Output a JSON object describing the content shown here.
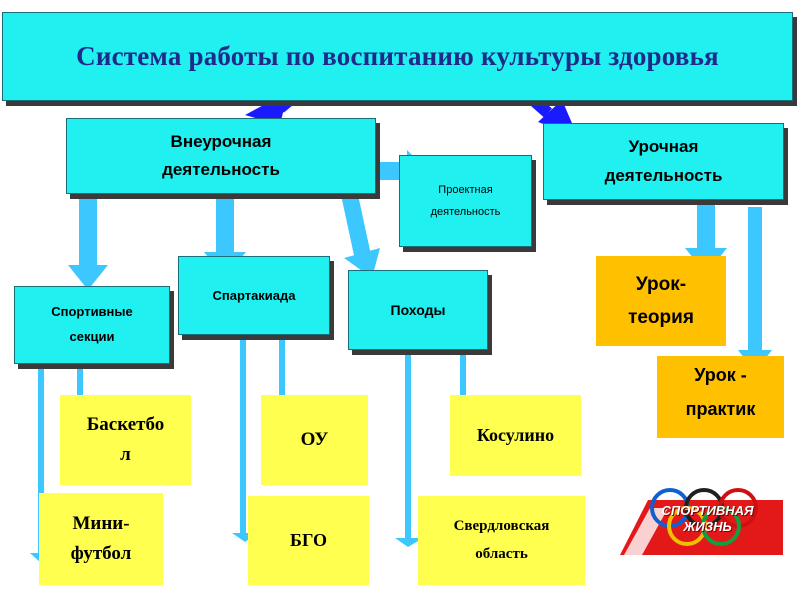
{
  "title": "Система работы по воспитанию культуры здоровья",
  "nodes": {
    "vneurochnaya": "Внеурочная\nдеятельность",
    "urochnaya": "Урочная\nдеятельность",
    "proektnaya": "Проектная\nдеятельность",
    "sport_sections": "Спортивные\nсекции",
    "spartakiada": "Спартакиада",
    "pohody": "Походы",
    "urok_teoria": "Урок-\nтеория",
    "urok_praktika": "Урок -\nпрактик\nа",
    "basketball": "Баскетбо\nл",
    "ou": "ОУ",
    "kosulino": "Косулино",
    "mini_football": "Мини-\nфутбол",
    "bgo": "БГО",
    "sverdlovsk": "Свердловская\nобласть"
  },
  "logo": {
    "text": "СПОРТИВНАЯ ЖИЗНЬ"
  },
  "colors": {
    "cyan_box": "#20f0f0",
    "yellow_box": "#ffff50",
    "orange_box": "#ffc000",
    "dark_arrow": "#1a1aff",
    "light_arrow": "#3cc8ff"
  }
}
